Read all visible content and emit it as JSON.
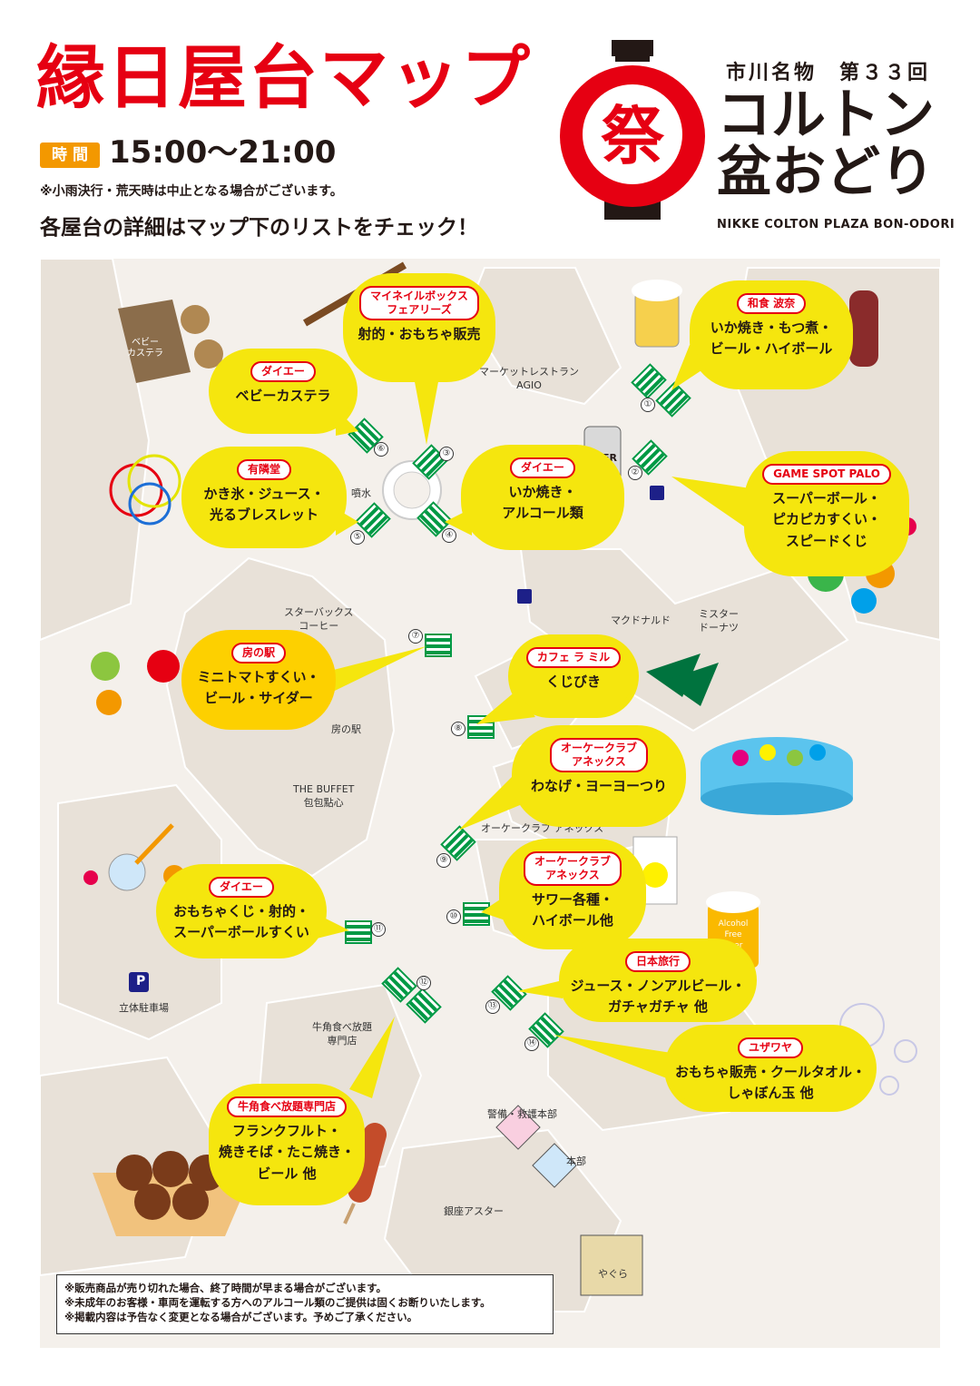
{
  "header": {
    "title": "縁日屋台マップ",
    "time_label": "時 間",
    "time_value": "15:00〜21:00",
    "rain_note": "※小雨決行・荒天時は中止となる場合がございます。",
    "subtitle": "各屋台の詳細はマップ下のリストをチェック！"
  },
  "event": {
    "lantern_char": "祭",
    "subtitle": "市川名物　第３３回",
    "name_line1": "コルトン",
    "name_line2": "盆おどり",
    "english": "NIKKE COLTON PLAZA BON-ODORI"
  },
  "map_labels": {
    "agio": "マーケットレストラン\nAGIO",
    "fountain": "噴水",
    "starbucks": "スターバックス\nコーヒー",
    "fusa_no_eki": "房の駅",
    "buffet": "THE BUFFET\n包包點心",
    "mcdonalds": "マクドナルド",
    "misdo": "ミスター\nドーナツ",
    "okay_annex": "オーケークラブ アネックス",
    "parking_icon": "P",
    "parking": "立体駐車場",
    "gyukaku": "牛角食べ放題\n専門店",
    "security": "警備・救護本部",
    "honbu": "本部",
    "asuta": "銀座アスター",
    "yagura": "やぐら"
  },
  "stalls": [
    {
      "no": "1",
      "shop": "和食 波奈",
      "items": "いか焼き・もつ煮・\nビール・ハイボール"
    },
    {
      "no": "2",
      "shop": "GAME SPOT PALO",
      "items": "スーパーボール・\nピカピカすくい・\nスピードくじ"
    },
    {
      "no": "3",
      "shop": "マイネイルボックス\nフェアリーズ",
      "items": "射的・おもちゃ販売"
    },
    {
      "no": "4",
      "shop": "ダイエー",
      "items": "いか焼き・\nアルコール類"
    },
    {
      "no": "5",
      "shop": "有隣堂",
      "items": "かき氷・ジュース・\n光るブレスレット"
    },
    {
      "no": "6",
      "shop": "ダイエー",
      "items": "ベビーカステラ"
    },
    {
      "no": "7",
      "shop": "房の駅",
      "items": "ミニトマトすくい・\nビール・サイダー"
    },
    {
      "no": "8",
      "shop": "カフェ ラ ミル",
      "items": "くじびき"
    },
    {
      "no": "9",
      "shop": "オーケークラブ\nアネックス",
      "items": "わなげ・ヨーヨーつり"
    },
    {
      "no": "10",
      "shop": "オーケークラブ\nアネックス",
      "items": "サワー各種・\nハイボール他"
    },
    {
      "no": "11",
      "shop": "ダイエー",
      "items": "おもちゃくじ・射的・\nスーパーボールすくい"
    },
    {
      "no": "12",
      "shop": "牛角食べ放題専門店",
      "items": "フランクフルト・\n焼きそば・たこ焼き・\nビール 他"
    },
    {
      "no": "13",
      "shop": "日本旅行",
      "items": "ジュース・ノンアルビール・\nガチャガチャ 他"
    },
    {
      "no": "14",
      "shop": "ユザワヤ",
      "items": "おもちゃ販売・クールタオル・\nしゃぼん玉 他"
    }
  ],
  "stall_numbers": [
    "①",
    "②",
    "③",
    "④",
    "⑤",
    "⑥",
    "⑦",
    "⑧",
    "⑨",
    "⑩",
    "⑪",
    "⑫",
    "⑬",
    "⑭"
  ],
  "illustrations": {
    "castella_bag": "ベビー\nカステラ",
    "beer_can": "BEER",
    "alcohol_free": "Alcohol\nFree\nBeer"
  },
  "footer_notes": [
    "※販売商品が売り切れた場合、終了時間が早まる場合がございます。",
    "※未成年のお客様・車両を運転する方へのアルコール類のご提供は固くお断りいたします。",
    "※掲載内容は予告なく変更となる場合がございます。予めご了承ください。"
  ],
  "colors": {
    "title_red": "#e60012",
    "tag_orange": "#f39800",
    "bubble_yellow": "#f5e60e",
    "stall_green": "#009944"
  }
}
